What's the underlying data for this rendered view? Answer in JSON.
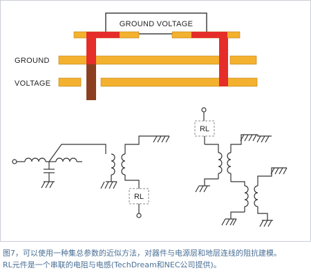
{
  "figure": {
    "top_box_label": "GROUND   VOLTAGE",
    "left_label_ground": "GROUND",
    "left_label_voltage": "VOLTAGE",
    "rl_label_1": "RL",
    "rl_label_2": "RL",
    "colors": {
      "plane_fill": "#f3b12f",
      "via_red": "#e52d2a",
      "via_brown": "#8c3f20",
      "wire": "#333333",
      "caption": "#4a6f96"
    }
  },
  "caption": {
    "line1": "图7，可以使用一种集总参数的近似方法，对器件与电源层和地层连线的阻抗建模。",
    "line2": "RL元件是一个串联的电阻与电感(TechDream和NEC公司提供)。"
  }
}
